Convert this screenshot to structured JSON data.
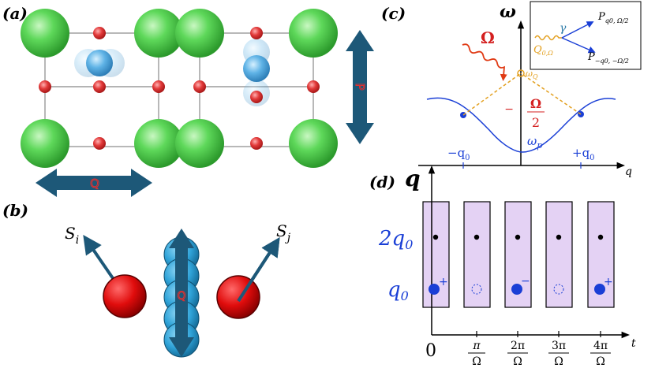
{
  "panel_labels": {
    "a": "(a)",
    "b": "(b)",
    "c": "(c)",
    "d": "(d)"
  },
  "colors": {
    "green_atom": "#3fbf3f",
    "red_atom": "#d42020",
    "arrow": "#1d5878",
    "photon": "#e03a14",
    "dispersion": "#1a3fd6",
    "dashed": "#e3a020",
    "box_fill": "#e4d2f4",
    "axis_blue": "#1a3fd6"
  },
  "panel_a": {
    "arrow_mode_labels": [
      "Q",
      "P"
    ]
  },
  "panel_b": {
    "spin_left": {
      "base": "S",
      "sub": "i"
    },
    "spin_right": {
      "base": "S",
      "sub": "j"
    },
    "arrow_mode_label": "Q"
  },
  "panel_c": {
    "y_axis": "ω",
    "x_axis": "q",
    "photon_label": "Ω",
    "omega_q": "ω",
    "omega_q_sub": "Q",
    "half_omega_num": "Ω",
    "half_omega_den": "2",
    "minus_sign": "−",
    "omega_p": "ω",
    "omega_p_sub": "p",
    "minus_q0": "−q",
    "plus_q0": "+q",
    "q0_sub": "0",
    "inset": {
      "gamma": "γ",
      "q_label": "Q",
      "q_label_sub": "0,Ω",
      "p_top": "P",
      "p_top_sub": "q0, Ω/2",
      "p_bottom": "P",
      "p_bottom_sub": "−q0, −Ω/2"
    }
  },
  "panel_d": {
    "y_axis": "q",
    "x_axis": "t",
    "y_ticks": [
      "2q",
      "q"
    ],
    "y_tick_sub": "0",
    "x_ticks": [
      {
        "num": "",
        "den": "",
        "text": "0"
      },
      {
        "num": "π",
        "den": "Ω"
      },
      {
        "num": "2π",
        "den": "Ω"
      },
      {
        "num": "3π",
        "den": "Ω"
      },
      {
        "num": "4π",
        "den": "Ω"
      }
    ],
    "sign_plus": "+",
    "sign_minus": "−"
  }
}
